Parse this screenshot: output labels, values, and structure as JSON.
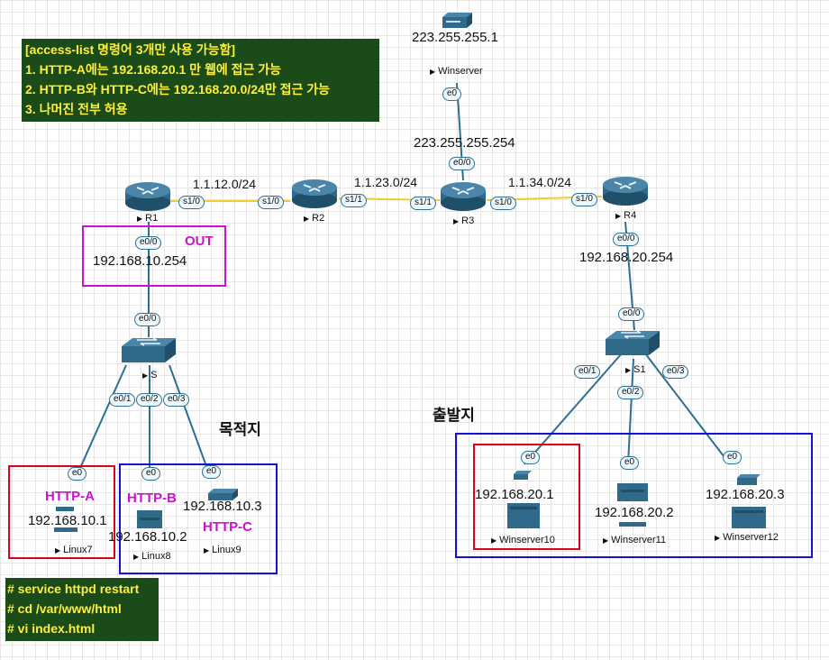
{
  "colors": {
    "note_bg": "#1a4b18",
    "note_text": "#ffee3a",
    "serial_link": "#f2cc2f",
    "ethernet_link": "#2d6f91",
    "device_blue": "#2f6a8a",
    "tag_magenta": "#cc11cc",
    "frame_red": "#e0001a",
    "frame_blue": "#1510d6",
    "frame_magenta": "#d010d0"
  },
  "note_top": {
    "lines": [
      "[access-list 명령어 3개만 사용 가능함]",
      "1. HTTP-A에는 192.168.20.1 만 웹에 접근 가능",
      "2. HTTP-B와 HTTP-C에는 192.168.20.0/24만 접근 가능",
      "3. 나머진 전부 허용"
    ]
  },
  "note_bottom": {
    "lines": [
      "# service httpd restart",
      "# cd /var/www/html",
      "# vi index.html"
    ]
  },
  "devices": {
    "winserver": {
      "name": "Winserver",
      "icon": "server-icon"
    },
    "r1": {
      "name": "R1",
      "icon": "router-icon"
    },
    "r2": {
      "name": "R2",
      "icon": "router-icon"
    },
    "r3": {
      "name": "R3",
      "icon": "router-icon"
    },
    "r4": {
      "name": "R4",
      "icon": "router-icon"
    },
    "s": {
      "name": "S",
      "icon": "switch-icon"
    },
    "s1": {
      "name": "S1",
      "icon": "switch-icon"
    },
    "linux7": {
      "name": "Linux7",
      "icon": "linux-host-icon"
    },
    "linux8": {
      "name": "Linux8",
      "icon": "linux-host-icon"
    },
    "linux9": {
      "name": "Linux9",
      "icon": "linux-host-icon"
    },
    "winserver10": {
      "name": "Winserver10",
      "icon": "server-icon"
    },
    "winserver11": {
      "name": "Winserver11",
      "icon": "server-icon"
    },
    "winserver12": {
      "name": "Winserver12",
      "icon": "server-icon"
    }
  },
  "ips": {
    "winserver": "223.255.255.1",
    "r3_e00": "223.255.255.254",
    "r1_e00": "192.168.10.254",
    "r4_e00": "192.168.20.254",
    "linux7": "192.168.10.1",
    "linux8": "192.168.10.2",
    "linux9": "192.168.10.3",
    "winserver10": "192.168.20.1",
    "winserver11": "192.168.20.2",
    "winserver12": "192.168.20.3"
  },
  "networks": {
    "r1_r2": "1.1.12.0/24",
    "r2_r3": "1.1.23.0/24",
    "r3_r4": "1.1.34.0/24"
  },
  "ports": {
    "winserver_e0": "e0",
    "r3_e00": "e0/0",
    "r1_s10": "s1/0",
    "r2_s10": "s1/0",
    "r2_s11": "s1/1",
    "r3_s11": "s1/1",
    "r3_s10": "s1/0",
    "r4_s10": "s1/0",
    "r1_e00": "e0/0",
    "s_e00": "e0/0",
    "s_e01": "e0/1",
    "s_e02": "e0/2",
    "s_e03": "e0/3",
    "linux7_e0": "e0",
    "linux8_e0": "e0",
    "linux9_e0": "e0",
    "r4_e00": "e0/0",
    "s1_e00": "e0/0",
    "s1_e01": "e0/1",
    "s1_e02": "e0/2",
    "s1_e03": "e0/3",
    "ws10_e0": "e0",
    "ws11_e0": "e0",
    "ws12_e0": "e0"
  },
  "tags": {
    "out": "OUT",
    "http_a": "HTTP-A",
    "http_b": "HTTP-B",
    "http_c": "HTTP-C"
  },
  "zones": {
    "destination": "목적지",
    "source": "출발지"
  }
}
